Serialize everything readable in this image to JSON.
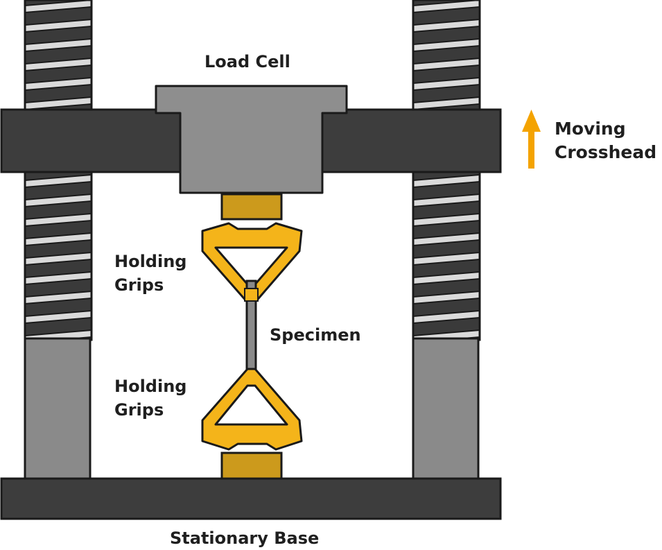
{
  "labels": {
    "load_cell": "Load Cell",
    "moving_crosshead": [
      "Moving",
      "Crosshead"
    ],
    "holding_grips_top": [
      "Holding",
      "Grips"
    ],
    "specimen": "Specimen",
    "holding_grips_bottom": [
      "Holding",
      "Grips"
    ],
    "stationary_base": "Stationary Base"
  },
  "colors": {
    "outline": "#1a1a1a",
    "frame_dark": "#3d3d3d",
    "load_cell_gray": "#8e8e8e",
    "column_gray": "#8a8a8a",
    "screw_light": "#d9d9d9",
    "screw_dark": "#3a3a3a",
    "grip_yellow": "#f4b41a",
    "grip_mount_gold": "#cc9a1c",
    "specimen_gray": "#8a8a8a",
    "arrow_orange": "#f4a300"
  },
  "icons": {
    "direction": "arrow-up-icon"
  }
}
